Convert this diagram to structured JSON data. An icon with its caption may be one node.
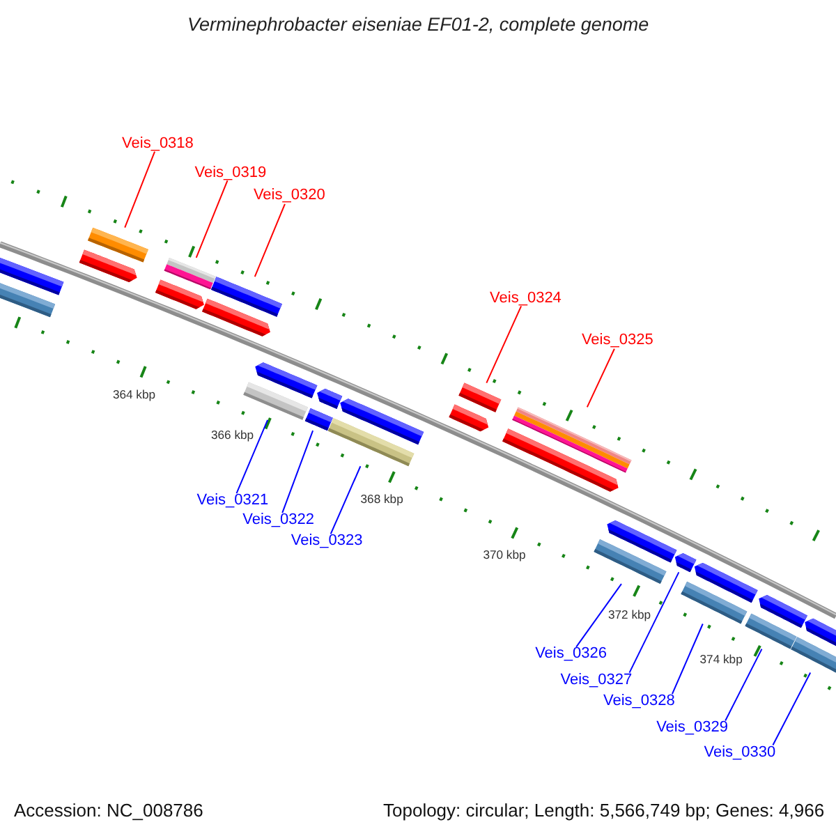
{
  "diagram": {
    "title": "Verminephrobacter eiseniae EF01-2, complete genome",
    "nodes": [
      {
        "text": [],
        "shape": "bar"
      },
      {
        "text": [
          "Veis_0318"
        ]
      },
      {
        "text": [],
        "shape": "bar"
      },
      {
        "text": [
          "Veis_0319"
        ]
      },
      {
        "text": [],
        "shape": "bar"
      },
      {
        "text": [
          "Veis_0320"
        ]
      },
      {
        "text": [],
        "shape": "bar"
      },
      {
        "text": [
          "Veis_0321"
        ]
      },
      {
        "text": [],
        "shape": "bar"
      },
      {
        "text": [
          "Veis_0322"
        ]
      },
      {
        "text": [],
        "shape": "bar"
      },
      {
        "text": [
          "Veis_0323"
        ]
      },
      {
        "text": [],
        "shape": "bar"
      },
      {
        "text": [
          "Veis_0324"
        ]
      },
      {
        "text": [],
        "shape": "bar"
      },
      {
        "text": [
          "Veis_0325"
        ]
      },
      {
        "text": [],
        "shape": "bar"
      },
      {
        "text": [
          "Veis_0326"
        ]
      },
      {
        "text": [],
        "shape": "bar"
      },
      {
        "text": [
          "Veis_0327"
        ]
      },
      {
        "text": [],
        "shape": "bar"
      },
      {
        "text": [
          "Veis_0328"
        ]
      },
      {
        "text": [],
        "shape": "bar"
      },
      {
        "text": [
          "Veis_0329"
        ]
      },
      {
        "text": [],
        "shape": "bar"
      },
      {
        "text": [
          "Veis_0330"
        ]
      },
      {
        "text": [],
        "shape": "bar"
      }
    ],
    "edges": [
      {
        "from": 1,
        "to": 2,
        "arrow": "none",
        "color": "#ff0000"
      },
      {
        "from": 3,
        "to": 4,
        "arrow": "none",
        "color": "#ff0000"
      },
      {
        "from": 5,
        "to": 6,
        "arrow": "none",
        "color": "#ff0000"
      },
      {
        "from": 7,
        "to": 8,
        "arrow": "none"
      },
      {
        "from": 9,
        "to": 10,
        "arrow": "none"
      },
      {
        "from": 11,
        "to": 12,
        "arrow": "none"
      },
      {
        "from": 13,
        "to": 14,
        "arrow": "none",
        "color": "#ff0000"
      },
      {
        "from": 15,
        "to": 16,
        "arrow": "none",
        "color": "#ff0000"
      },
      {
        "from": 17,
        "to": 18,
        "arrow": "none"
      },
      {
        "from": 19,
        "to": 20,
        "arrow": "none"
      },
      {
        "from": 21,
        "to": 22,
        "arrow": "none"
      },
      {
        "from": 23,
        "to": 24,
        "arrow": "none"
      },
      {
        "from": 25,
        "to": 26,
        "arrow": "none"
      }
    ],
    "labels": [
      "364 kbp",
      "366 kbp",
      "368 kbp",
      "370 kbp",
      "372 kbp",
      "374 kbp",
      "Accession: NC_008786",
      "Topology: circular; Length: 5,566,749 bp; Genes: 4,966"
    ]
  }
}
